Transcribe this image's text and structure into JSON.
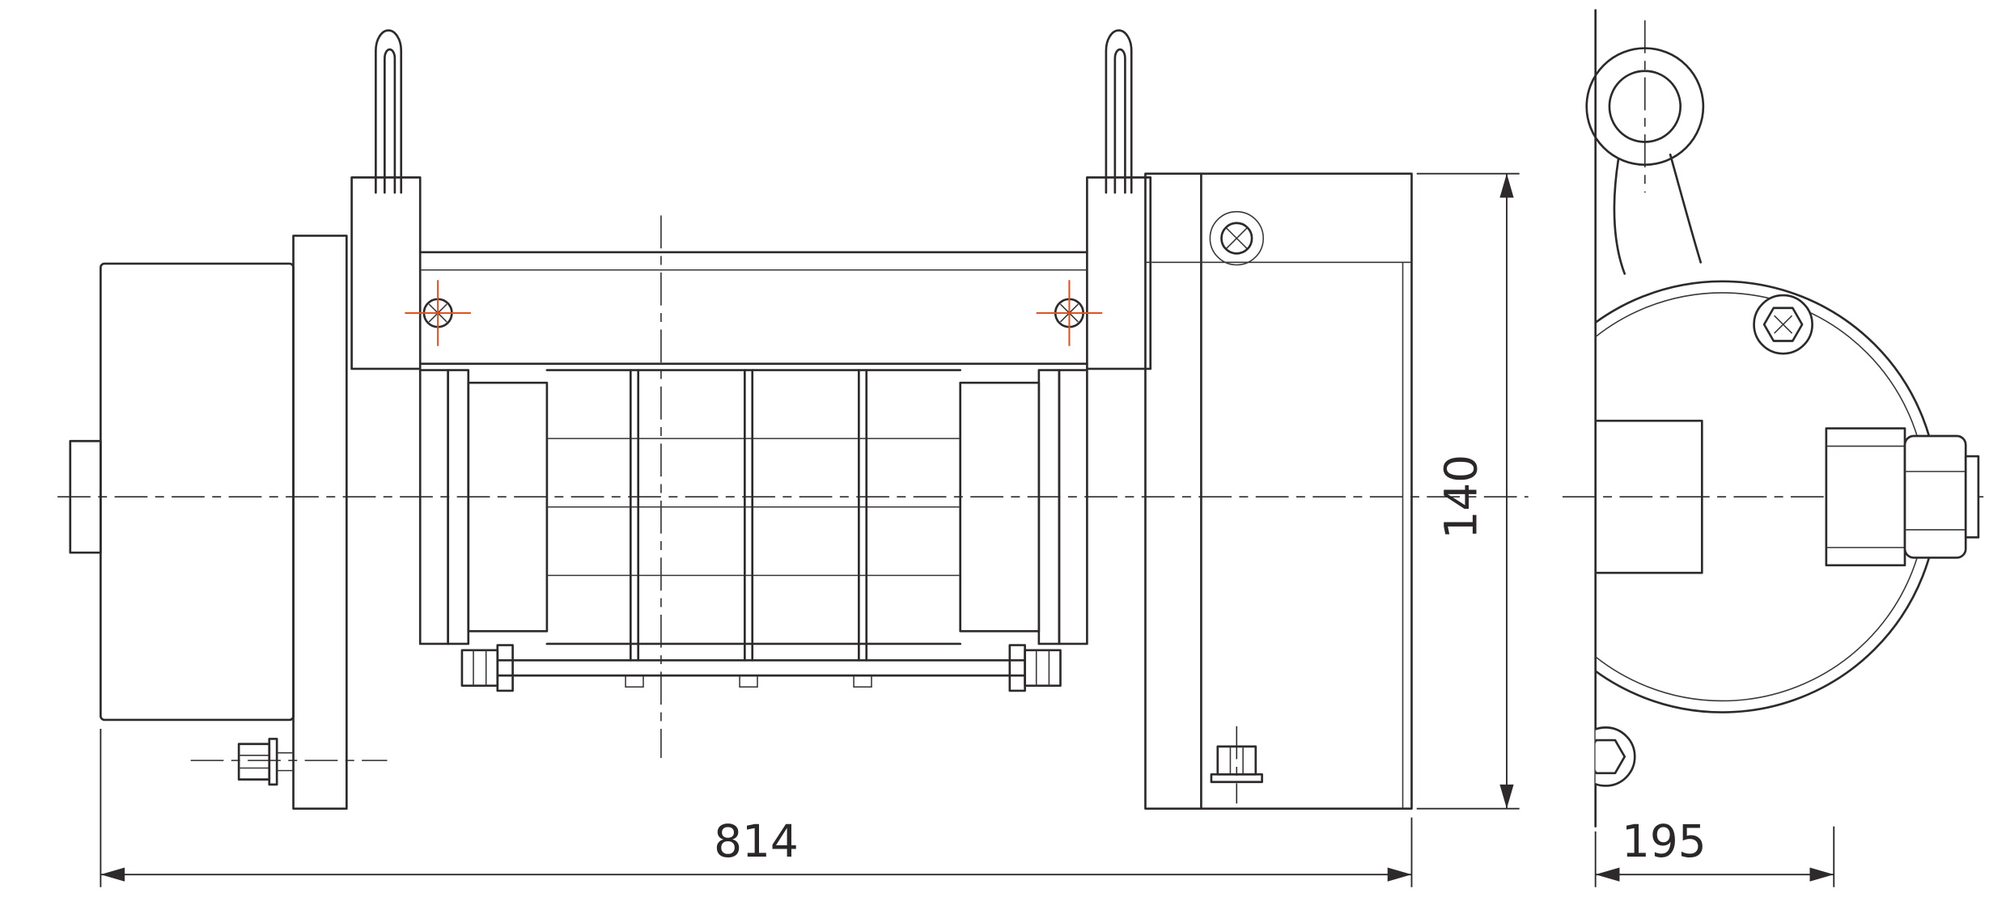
{
  "drawing": {
    "dimensions": {
      "overall_length": "814",
      "frame_height": "140",
      "end_width": "195"
    },
    "colors": {
      "line": "#2e2a2b",
      "accent": "#e0521d",
      "background": "#ffffff"
    }
  }
}
